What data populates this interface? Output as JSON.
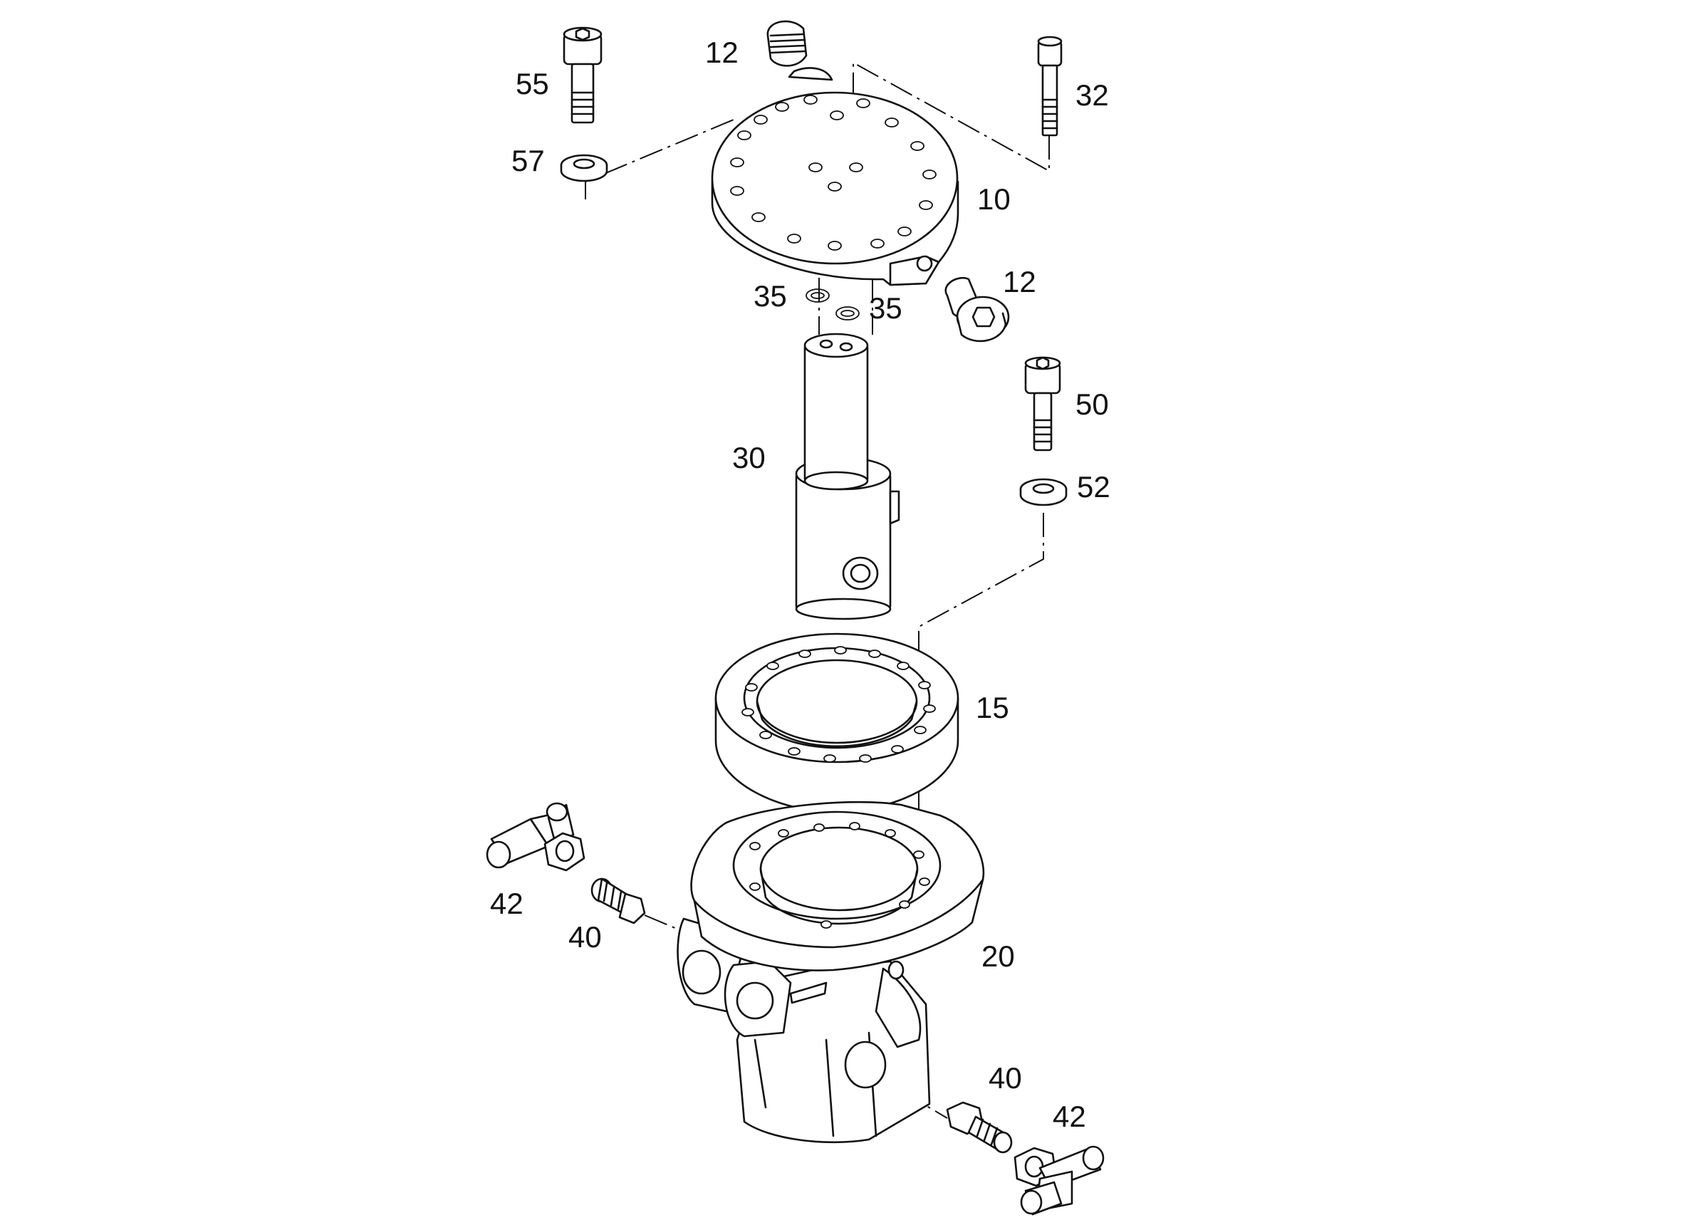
{
  "diagram": {
    "labels": {
      "p55": "55",
      "p57": "57",
      "p12a": "12",
      "p32": "32",
      "p10": "10",
      "p12b": "12",
      "p35a": "35",
      "p35b": "35",
      "p50": "50",
      "p30": "30",
      "p52": "52",
      "p15": "15",
      "p42a": "42",
      "p40a": "40",
      "p20": "20",
      "p40b": "40",
      "p42b": "42"
    },
    "colors": {
      "line": "#111111",
      "background": "#ffffff"
    }
  }
}
